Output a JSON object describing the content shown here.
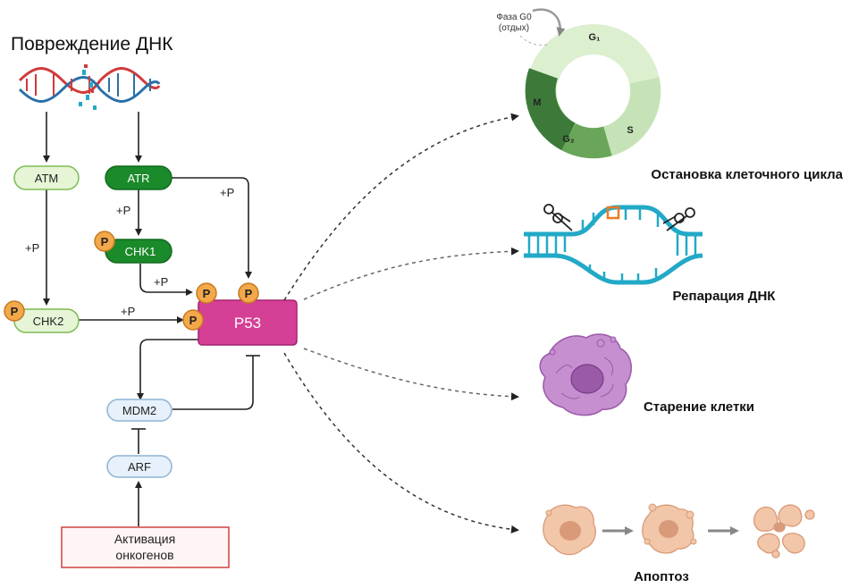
{
  "title": "Повреждение ДНК",
  "nodes": {
    "atm": "ATM",
    "atr": "ATR",
    "chk1": "CHK1",
    "chk2": "CHK2",
    "p53": "P53",
    "mdm2": "MDM2",
    "arf": "ARF",
    "oncogene_line1": "Активация",
    "oncogene_line2": "онкогенов"
  },
  "phospho": {
    "symbol": "P",
    "label": "+P"
  },
  "cell_cycle": {
    "g0_line1": "Фаза G0",
    "g0_line2": "(отдых)",
    "g1": "G₁",
    "s": "S",
    "g2": "G₂",
    "m": "M"
  },
  "outcomes": {
    "cycle_arrest": "Остановка клеточного цикла",
    "dna_repair": "Репарация ДНК",
    "senescence": "Старение клетки",
    "apoptosis": "Апоптоз"
  },
  "colors": {
    "light_green_fill": "#e6f5d6",
    "light_green_stroke": "#7dbb55",
    "dark_green": "#1a8a2a",
    "p53_fill": "#d63f96",
    "p53_stroke": "#a0246e",
    "phospho_fill": "#f4a84a",
    "phospho_stroke": "#c47a20",
    "blue_fill": "#e6f1fb",
    "blue_stroke": "#8fb3d4",
    "red_stroke": "#d04040",
    "dna_red": "#d03a3a",
    "dna_blue": "#2a6fa8",
    "dna_teal": "#22a9c7",
    "senescence_purple": "#c58fd0",
    "apoptosis_peach": "#f2c6a8"
  }
}
